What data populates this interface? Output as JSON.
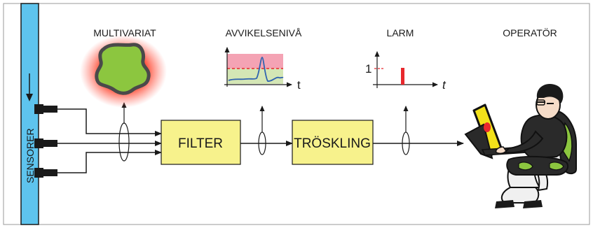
{
  "labels": {
    "multivariat": "MULTIVARIAT",
    "avvikelseniva": "AVVIKELSENIVÅ",
    "larm": "LARM",
    "operator": "OPERATÖR",
    "sensorer": "SENSORER",
    "filter": "FILTER",
    "troskling": "TRÖSKLING"
  },
  "deviation_plot": {
    "t_label": "t"
  },
  "alarm_plot": {
    "y_tick": "1",
    "t_label": "t"
  },
  "colors": {
    "pipe": "#5ec4ee",
    "box_fill": "#f7f28c",
    "alarm_red": "#e8282d",
    "blob_green": "#8cc63f",
    "band_red": "#f4a3b4",
    "band_green": "#d4e6b5",
    "trace_blue": "#2f63b0"
  }
}
